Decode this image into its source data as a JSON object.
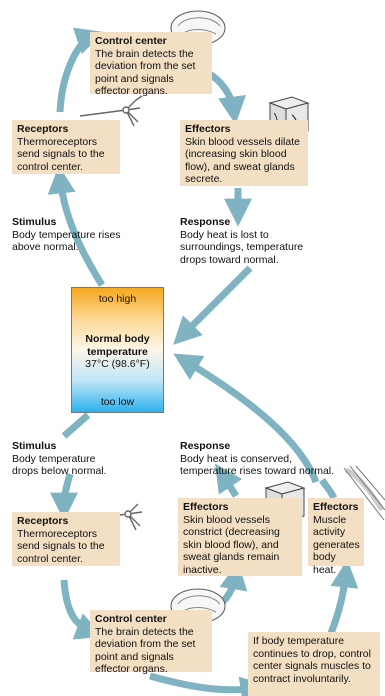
{
  "upper": {
    "control_center": {
      "title": "Control center",
      "text": "The brain detects the deviation from the set point and signals effector organs."
    },
    "receptors": {
      "title": "Receptors",
      "text": "Thermoreceptors send signals to the control center."
    },
    "effectors": {
      "title": "Effectors",
      "text": "Skin blood vessels dilate (increasing skin blood flow), and sweat glands secrete."
    },
    "stimulus": {
      "title": "Stimulus",
      "text": "Body temperature rises above normal."
    },
    "response": {
      "title": "Response",
      "text": "Body heat is lost to surroundings, temperature drops toward normal."
    }
  },
  "thermometer": {
    "high": "too high",
    "title": "Normal body temperature",
    "value": "37°C (98.6°F)",
    "low": "too low"
  },
  "lower": {
    "stimulus": {
      "title": "Stimulus",
      "text": "Body temperature drops below normal."
    },
    "response": {
      "title": "Response",
      "text": "Body heat is conserved, temperature rises toward normal."
    },
    "receptors": {
      "title": "Receptors",
      "text": "Thermoreceptors send signals to the control center."
    },
    "effectors_skin": {
      "title": "Effectors",
      "text": "Skin blood vessels constrict (decreasing skin blood flow), and sweat glands remain inactive."
    },
    "effectors_muscle": {
      "title": "Effectors",
      "text": "Muscle activity generates body heat."
    },
    "control_center": {
      "title": "Control center",
      "text": "The brain detects the deviation from the set point and signals effector organs."
    },
    "note": "If body temperature continues to drop, control center signals muscles to contract involuntarily."
  },
  "colors": {
    "arrow": "#7fb3c1",
    "box": "#f3dfc4",
    "hot": "#f6a81f",
    "cold": "#2cb1ec"
  }
}
